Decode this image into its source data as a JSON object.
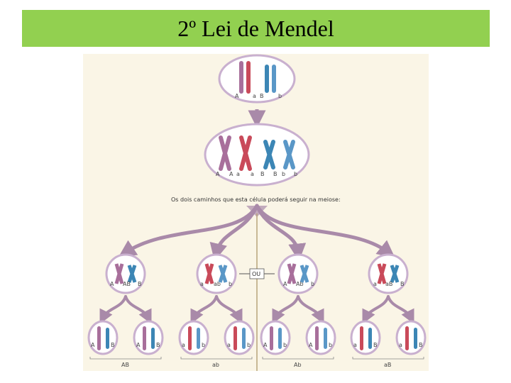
{
  "slide": {
    "title": "2º Lei de Mendel"
  },
  "colors": {
    "title_bar": "#92d050",
    "figure_bg": "#faf5e6",
    "cell_fill": "#ffffff",
    "cell_stroke": "#c9b0cf",
    "chrom_a": "#c94a5a",
    "chrom_b": "#3c86b5",
    "chrom_a_light": "#a86f9b",
    "chrom_b_light": "#5a97c7",
    "arrow": "#a98aa9"
  },
  "diagram": {
    "top_cell": {
      "labels": [
        "A",
        "a",
        "B",
        "b"
      ]
    },
    "duplicated_cell": {
      "labels": [
        "A",
        "A",
        "a",
        "a",
        "B",
        "B",
        "b",
        "b"
      ]
    },
    "caption": "Os dois caminhos que esta célula poderá seguir na meiose:",
    "or_label": "OU",
    "meiosis_cells": [
      {
        "left": "A",
        "mid": "AB",
        "right": "B"
      },
      {
        "left": "a",
        "mid": "ab",
        "right": "b"
      },
      {
        "left": "A",
        "mid": "Ab",
        "right": "b"
      },
      {
        "left": "a",
        "mid": "aB",
        "right": "B"
      }
    ],
    "gametes": [
      {
        "l1": "A",
        "r1": "B",
        "l2": "A",
        "r2": "B"
      },
      {
        "l1": "a",
        "r1": "b",
        "l2": "a",
        "r2": "b"
      },
      {
        "l1": "A",
        "r1": "b",
        "l2": "A",
        "r2": "b"
      },
      {
        "l1": "a",
        "r1": "B",
        "l2": "a",
        "r2": "B"
      }
    ],
    "gamete_types": [
      "AB",
      "ab",
      "Ab",
      "aB"
    ]
  }
}
